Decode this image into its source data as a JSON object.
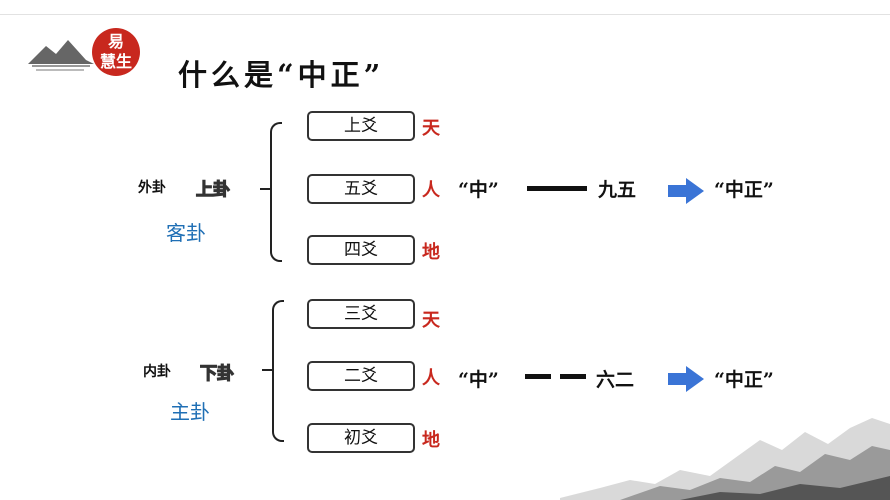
{
  "title": "什么是“中正”",
  "logo": {
    "seal_line1": "易",
    "seal_line2": "慧生"
  },
  "upper": {
    "name": "外卦",
    "outline": "上卦",
    "alt": "客卦",
    "lines": [
      "上爻",
      "五爻",
      "四爻"
    ],
    "tags": [
      "天",
      "人",
      "地"
    ],
    "middle_label": "“中”",
    "yao_name": "九五",
    "result": "“中正”"
  },
  "lower": {
    "name": "内卦",
    "outline": "下卦",
    "alt": "主卦",
    "lines": [
      "三爻",
      "二爻",
      "初爻"
    ],
    "tags": [
      "天",
      "人",
      "地"
    ],
    "middle_label": "“中”",
    "yao_name": "六二",
    "result": "“中正”"
  },
  "colors": {
    "red": "#c8281e",
    "blue": "#1f6fb5",
    "arrow": "#3a74d6"
  },
  "icons": [
    "mountain-icon",
    "arrow-right-icon",
    "landscape-icon"
  ]
}
